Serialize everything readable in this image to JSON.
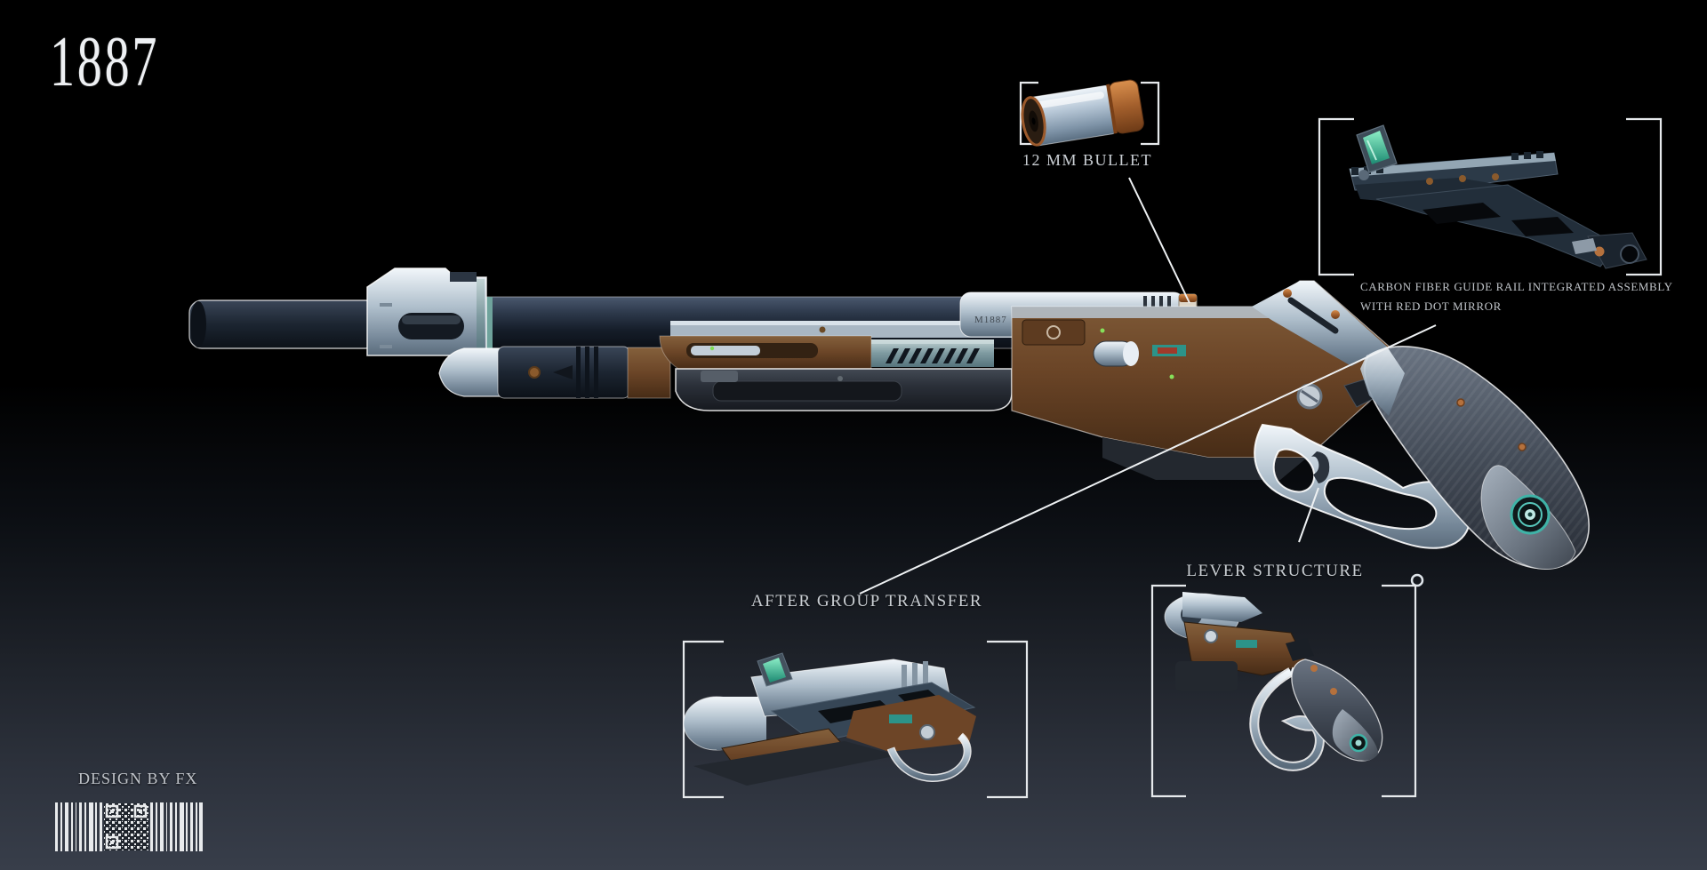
{
  "artwork": {
    "title": "1887",
    "credit": "DESIGN BY FX",
    "weapon_engraving": "M1887"
  },
  "callouts": {
    "bullet_label": "12 MM BULLET",
    "rail_caption_line1": "CARBON FIBER GUIDE RAIL INTEGRATED ASSEMBLY",
    "rail_caption_line2": "WITH RED DOT MIRROR",
    "trigger_group_label": "AFTER GROUP TRANSFER",
    "lever_label": "LEVER STRUCTURE"
  },
  "colors": {
    "background_top": "#000000",
    "background_bottom": "#383e4a",
    "title_text": "#eef0f3",
    "label_text": "#c9ced3",
    "annotation_line": "#eef1f3",
    "bracket_frame": "#e6e9ec",
    "steel_silver": "#cfdae4",
    "steel_dark": "#1b2431",
    "wood_brown": "#6d4527",
    "teal_accent": "#3fb3a7",
    "sight_lens_green": "#5fd7a8",
    "copper": "#b5713d",
    "barcode": "#e8eaec"
  }
}
